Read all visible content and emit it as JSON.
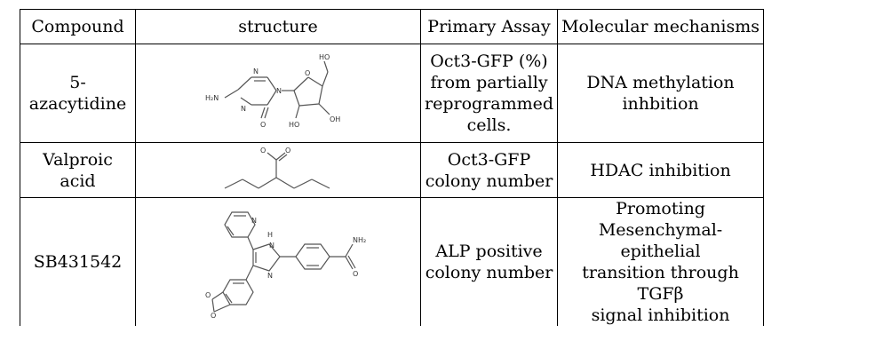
{
  "table": {
    "headers": [
      "Compound",
      "structure",
      "Primary Assay",
      "Molecular mechanisms"
    ],
    "rows": [
      {
        "compound": "5-azacytidine",
        "structure_atoms": {
          "a1": "H₂N",
          "a2": "N",
          "a3": "N",
          "a4": "N",
          "a5": "O",
          "a6": "O",
          "a7": "HO",
          "a8": "HO",
          "a9": "OH"
        },
        "assay": [
          "Oct3-GFP (%)",
          "from partially",
          "reprogrammed",
          "cells."
        ],
        "mechanism": [
          "DNA methylation",
          "inhbition"
        ]
      },
      {
        "compound": "Valproic acid",
        "structure_atoms": {
          "a1": "O",
          "a2": "O"
        },
        "assay": [
          "Oct3-GFP",
          "colony number"
        ],
        "mechanism": [
          "HDAC inhibition"
        ]
      },
      {
        "compound": "SB431542",
        "structure_atoms": {
          "a1": "N",
          "a2": "H",
          "a3": "N",
          "a4": "N",
          "a5": "NH₂",
          "a6": "O",
          "a7": "O",
          "a8": "O"
        },
        "assay": [
          "ALP positive",
          "colony number"
        ],
        "mechanism": [
          "Promoting",
          "Mesenchymal-epithelial",
          "transition through TGFβ",
          "signal inhibition"
        ]
      }
    ]
  }
}
